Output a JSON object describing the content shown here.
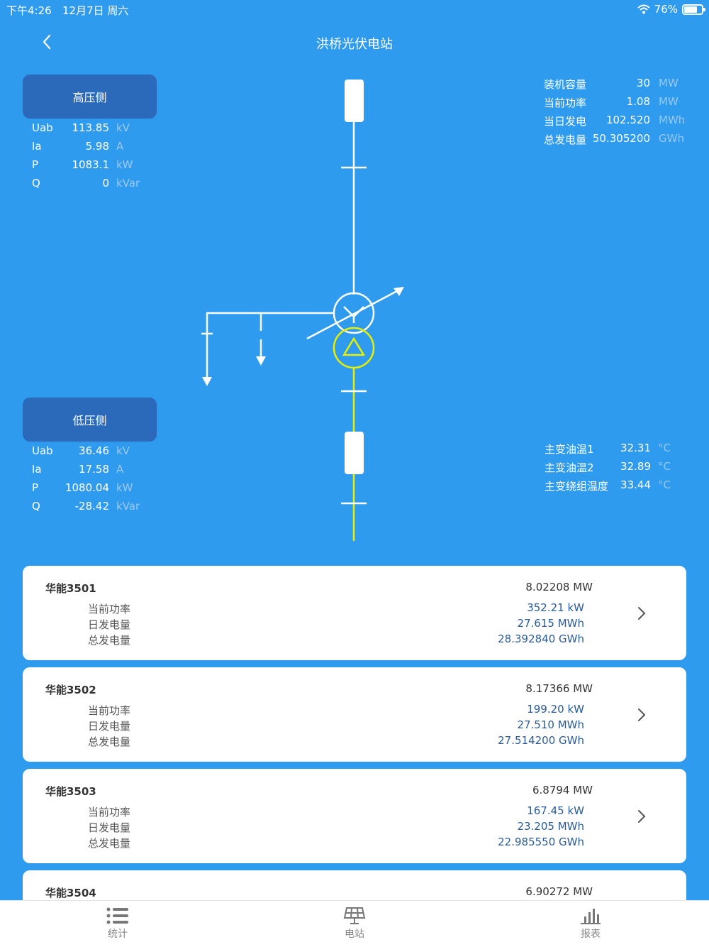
{
  "status_bar": {
    "time": "下午4:26",
    "date": "12月7日 周六",
    "wifi_icon": "wifi-icon",
    "battery_percent": "76%",
    "battery_level": 0.76
  },
  "nav": {
    "back_icon": "chevron-left-icon",
    "title": "洪桥光伏电站"
  },
  "high_side": {
    "title": "高压侧",
    "rows": [
      {
        "label": "Uab",
        "value": "113.85",
        "unit": "kV"
      },
      {
        "label": "Ia",
        "value": "5.98",
        "unit": "A"
      },
      {
        "label": "P",
        "value": "1083.1",
        "unit": "kW"
      },
      {
        "label": "Q",
        "value": "0",
        "unit": "kVar"
      }
    ]
  },
  "low_side": {
    "title": "低压侧",
    "rows": [
      {
        "label": "Uab",
        "value": "36.46",
        "unit": "kV"
      },
      {
        "label": "Ia",
        "value": "17.58",
        "unit": "A"
      },
      {
        "label": "P",
        "value": "1080.04",
        "unit": "kW"
      },
      {
        "label": "Q",
        "value": "-28.42",
        "unit": "kVar"
      }
    ]
  },
  "station_info": [
    {
      "label": "装机容量",
      "value": "30",
      "unit": "MW"
    },
    {
      "label": "当前功率",
      "value": "1.08",
      "unit": "MW"
    },
    {
      "label": "当日发电",
      "value": "102.520",
      "unit": "MWh"
    },
    {
      "label": "总发电量",
      "value": "50.305200",
      "unit": "GWh"
    }
  ],
  "transformer_info": [
    {
      "label": "主变油温1",
      "value": "32.31",
      "unit": "°C"
    },
    {
      "label": "主变油温2",
      "value": "32.89",
      "unit": "°C"
    },
    {
      "label": "主变绕组温度",
      "value": "33.44",
      "unit": "°C"
    }
  ],
  "colors": {
    "background": "#2f9bee",
    "header_box": "#2b6abb",
    "low_voltage_line": "#e6f000",
    "value_text": "#2a5c98"
  },
  "card_labels": {
    "power": "当前功率",
    "daily": "日发电量",
    "total": "总发电量"
  },
  "cards": [
    {
      "name": "华能3501",
      "capacity": "8.02208 MW",
      "power": "352.21 kW",
      "daily": "27.615 MWh",
      "total": "28.392840 GWh"
    },
    {
      "name": "华能3502",
      "capacity": "8.17366 MW",
      "power": "199.20 kW",
      "daily": "27.510 MWh",
      "total": "27.514200 GWh"
    },
    {
      "name": "华能3503",
      "capacity": "6.8794 MW",
      "power": "167.45 kW",
      "daily": "23.205 MWh",
      "total": "22.985550 GWh"
    },
    {
      "name": "华能3504",
      "capacity": "6.90272 MW"
    }
  ],
  "tabs": [
    {
      "label": "统计",
      "icon": "list-icon"
    },
    {
      "label": "电站",
      "icon": "solar-panel-icon"
    },
    {
      "label": "报表",
      "icon": "bar-chart-icon"
    }
  ]
}
